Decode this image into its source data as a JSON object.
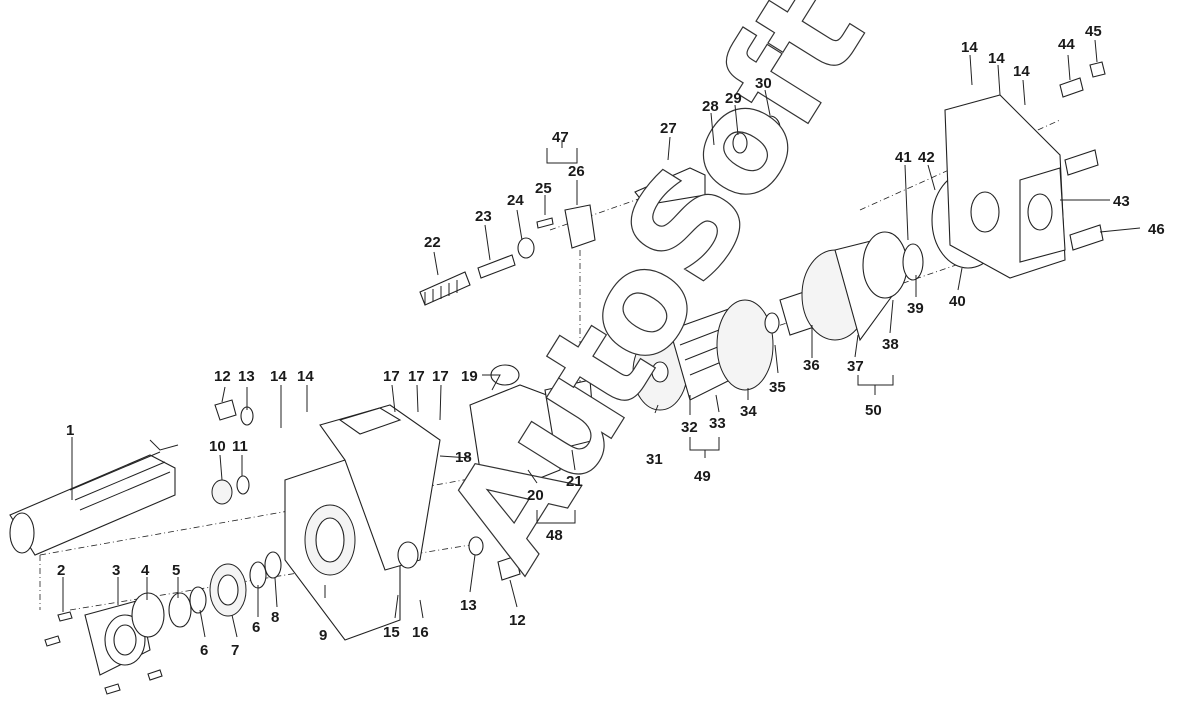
{
  "labels": {
    "p1": "1",
    "p2": "2",
    "p3": "3",
    "p4": "4",
    "p5": "5",
    "p6a": "6",
    "p6b": "6",
    "p7": "7",
    "p8": "8",
    "p9": "9",
    "p10": "10",
    "p11": "11",
    "p12a": "12",
    "p12b": "12",
    "p13a": "13",
    "p13b": "13",
    "p14a": "14",
    "p14b": "14",
    "p14c": "14",
    "p14d": "14",
    "p14e": "14",
    "p15": "15",
    "p16": "16",
    "p17a": "17",
    "p17b": "17",
    "p17c": "17",
    "p18": "18",
    "p19": "19",
    "p20": "20",
    "p21": "21",
    "p22": "22",
    "p23": "23",
    "p24": "24",
    "p25": "25",
    "p26": "26",
    "p27": "27",
    "p28": "28",
    "p29": "29",
    "p30": "30",
    "p31": "31",
    "p32": "32",
    "p33": "33",
    "p34": "34",
    "p35": "35",
    "p36": "36",
    "p37": "37",
    "p38": "38",
    "p39": "39",
    "p40": "40",
    "p41": "41",
    "p42": "42",
    "p43": "43",
    "p44": "44",
    "p45": "45",
    "p46": "46",
    "p47": "47",
    "p48": "48",
    "p49": "49",
    "p50": "50"
  },
  "watermark": {
    "a": "A",
    "u": "u",
    "t": "t",
    "o": "o",
    "s": "S",
    "o2": "o",
    "f": "f",
    "t2": "t"
  }
}
